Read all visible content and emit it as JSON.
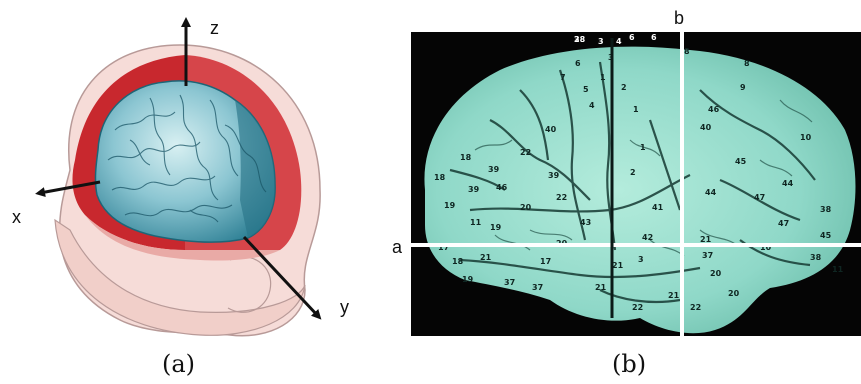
{
  "panel_a": {
    "caption": "(a)",
    "axes": {
      "x": "x",
      "y": "y",
      "z": "z"
    },
    "colors": {
      "head": "#f4d3cf",
      "cut": "#c8282e",
      "brain": "#4fa3b3",
      "axis": "#111111"
    }
  },
  "panel_b": {
    "caption": "(b)",
    "lines": {
      "horizontal": "a",
      "vertical": "b"
    },
    "colors": {
      "background": "#050505",
      "cortex": "#8fd8c8",
      "line": "#ffffff"
    },
    "area_labels": [
      "2",
      "3",
      "4",
      "6",
      "6",
      "3",
      "1",
      "8",
      "7",
      "5",
      "2",
      "1",
      "40",
      "46",
      "10",
      "9",
      "8",
      "39",
      "22",
      "45",
      "44",
      "19",
      "18",
      "17",
      "21",
      "20",
      "37",
      "38",
      "11",
      "47",
      "43",
      "42",
      "41",
      "4",
      "6",
      "1",
      "2",
      "3",
      "21",
      "20",
      "22",
      "38",
      "10",
      "47",
      "44",
      "45",
      "46",
      "11",
      "39",
      "37",
      "18",
      "19",
      "17",
      "21",
      "20",
      "40",
      "22",
      "19",
      "18",
      "37",
      "21",
      "39",
      "22",
      "20",
      "21",
      "38"
    ]
  }
}
